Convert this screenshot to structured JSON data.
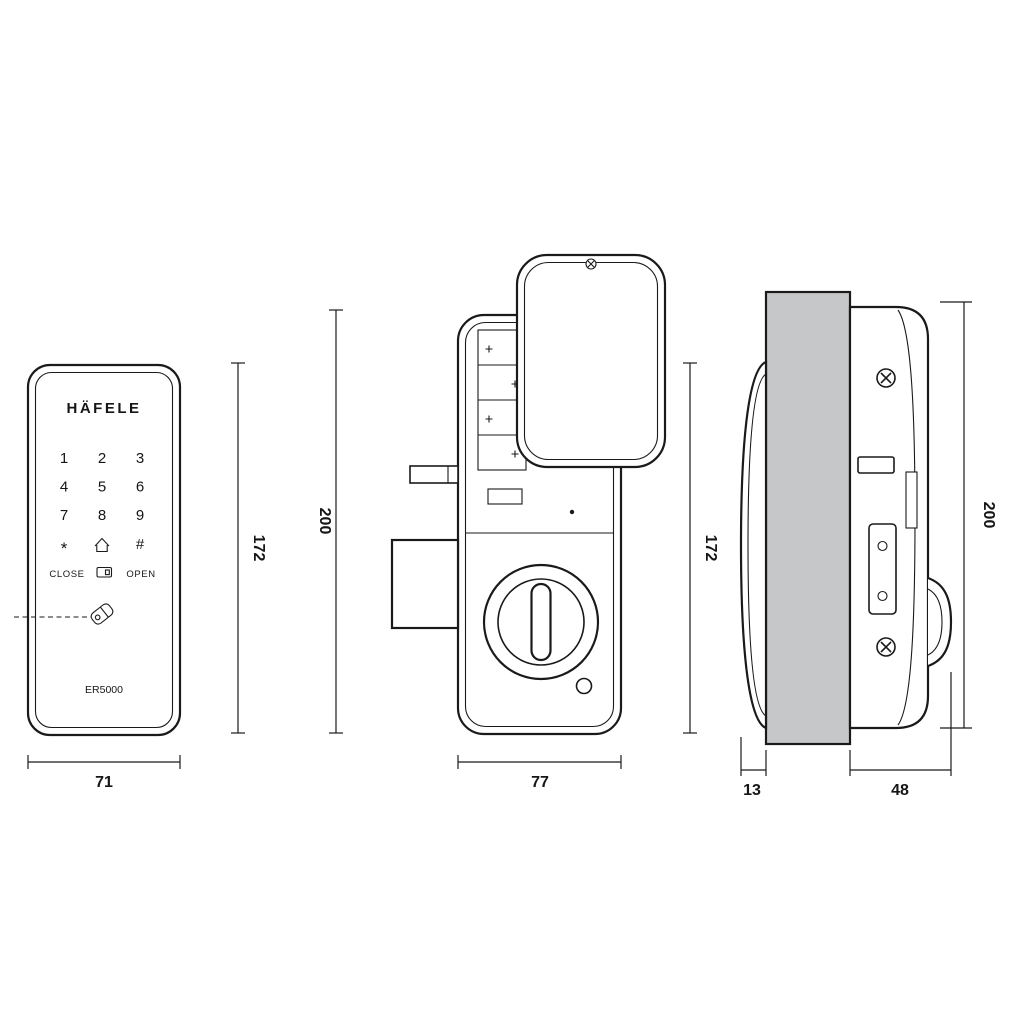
{
  "drawing": {
    "brand": "HÄFELE",
    "model": "ER5000",
    "keypad": {
      "keys": [
        "1",
        "2",
        "3",
        "4",
        "5",
        "6",
        "7",
        "8",
        "9"
      ],
      "star": "*",
      "hash": "#",
      "close": "CLOSE",
      "open": "OPEN"
    },
    "dimensions": {
      "front_width": "71",
      "front_height": "172",
      "rear_width": "77",
      "rear_height": "172",
      "rear_total_height": "200",
      "side_height": "200",
      "front_depth": "13",
      "rear_depth": "48"
    },
    "icons": {
      "home_key": "home-icon",
      "card_key": "card-icon",
      "fob": "key-fob-icon",
      "screw": "phillips-screw-icon"
    },
    "colors": {
      "line": "#1a1a1a",
      "door_fill": "#c6c7c9",
      "background": "#ffffff"
    }
  }
}
